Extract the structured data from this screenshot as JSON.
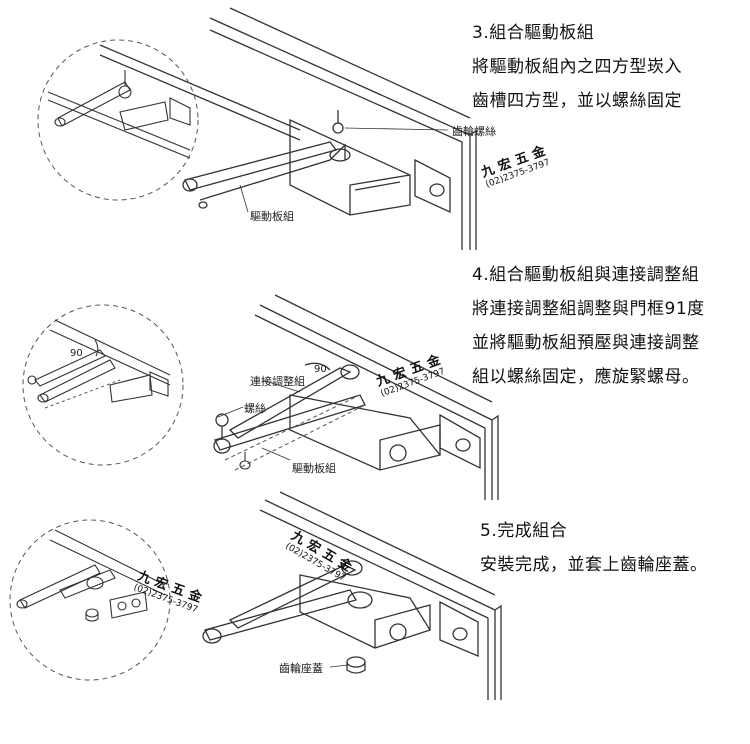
{
  "steps": [
    {
      "title": "3.組合驅動板組",
      "lines": [
        "將驅動板組內之四方型崁入",
        "齒槽四方型，並以螺絲固定"
      ],
      "callouts": [
        "齒輪螺絲",
        "驅動板組"
      ]
    },
    {
      "title": "4.組合驅動板組與連接調整組",
      "lines": [
        "將連接調整組調整與門框91度",
        "並將驅動板組預壓與連接調整",
        "組以螺絲固定，應旋緊螺母。"
      ],
      "callouts": [
        "連接調整組",
        "螺絲",
        "驅動板組"
      ],
      "angle_labels": [
        "90",
        "90"
      ]
    },
    {
      "title": "5.完成組合",
      "lines": [
        "安裝完成，並套上齒輪座蓋。"
      ],
      "callouts": [
        "齒輪座蓋"
      ]
    }
  ],
  "stamp": {
    "brand": "九宏五金",
    "phone": "(02)2375-3797"
  },
  "colors": {
    "line": "#333333",
    "dashed": "#555555",
    "text": "#111111"
  }
}
